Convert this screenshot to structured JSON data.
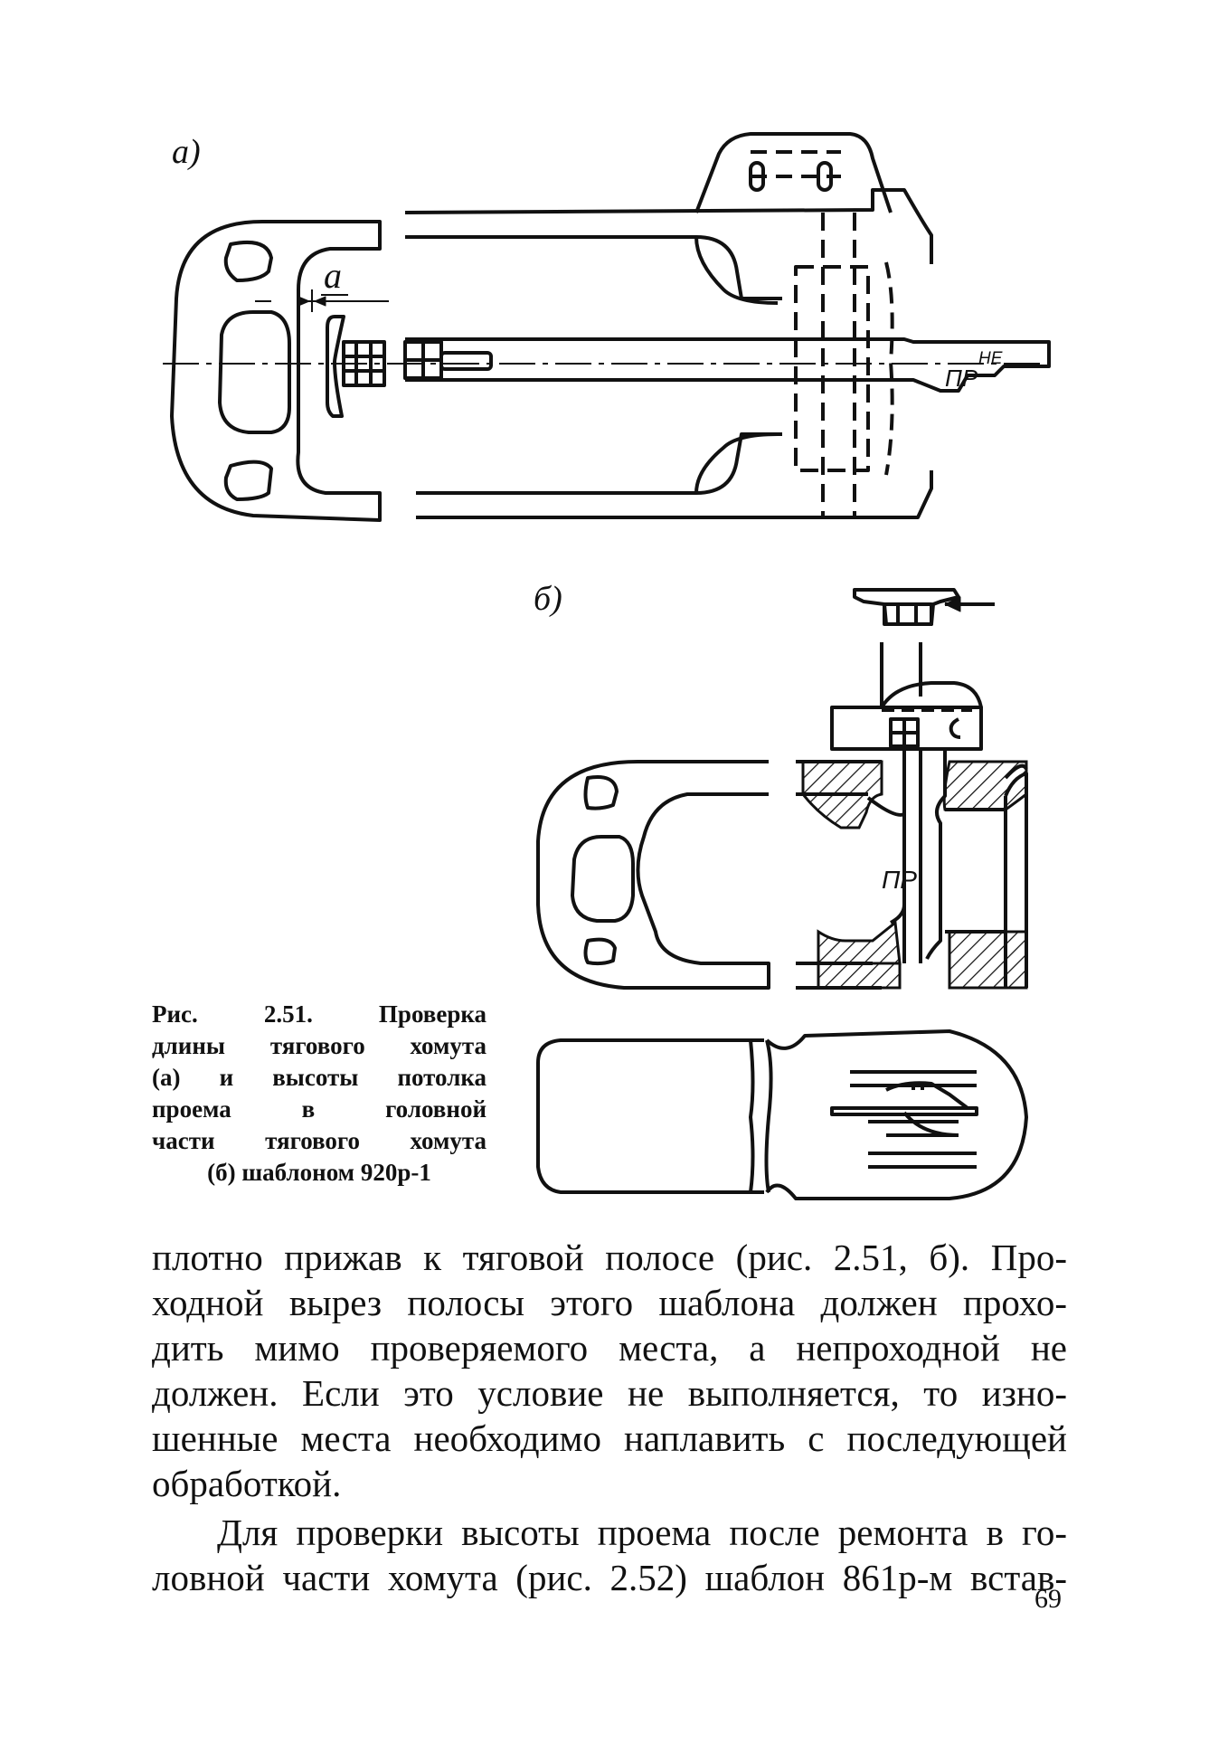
{
  "figure": {
    "label_a": "а)",
    "label_b": "б)",
    "dim_label": "a",
    "mark_pr_ne_1": "ПР",
    "mark_pr_ne_2": "НЕ",
    "mark_pr": "ПР",
    "caption_lines": [
      "Рис.   2.51.   Проверка",
      "длины тягового хомута",
      "(а)  и  высоты  потолка",
      "проема    в    головной",
      "части тягового хомута",
      "(б) шаблоном 920р-1"
    ]
  },
  "paragraphs": [
    {
      "lines": [
        "плотно прижав к тяговой полосе (рис. 2.51, б). Про-",
        "ходной вырез полосы этого шаблона должен прохо-",
        "дить мимо проверяемого места, а непроходной не",
        "должен. Если это условие не выполняется, то изно-",
        "шенные места необходимо наплавить с последующей",
        "обработкой."
      ]
    },
    {
      "lines": [
        "Для проверки высоты проема после ремонта в го-",
        "ловной части хомута (рис. 2.52) шаблон 861р-м встав-"
      ]
    }
  ],
  "page_number": "69"
}
